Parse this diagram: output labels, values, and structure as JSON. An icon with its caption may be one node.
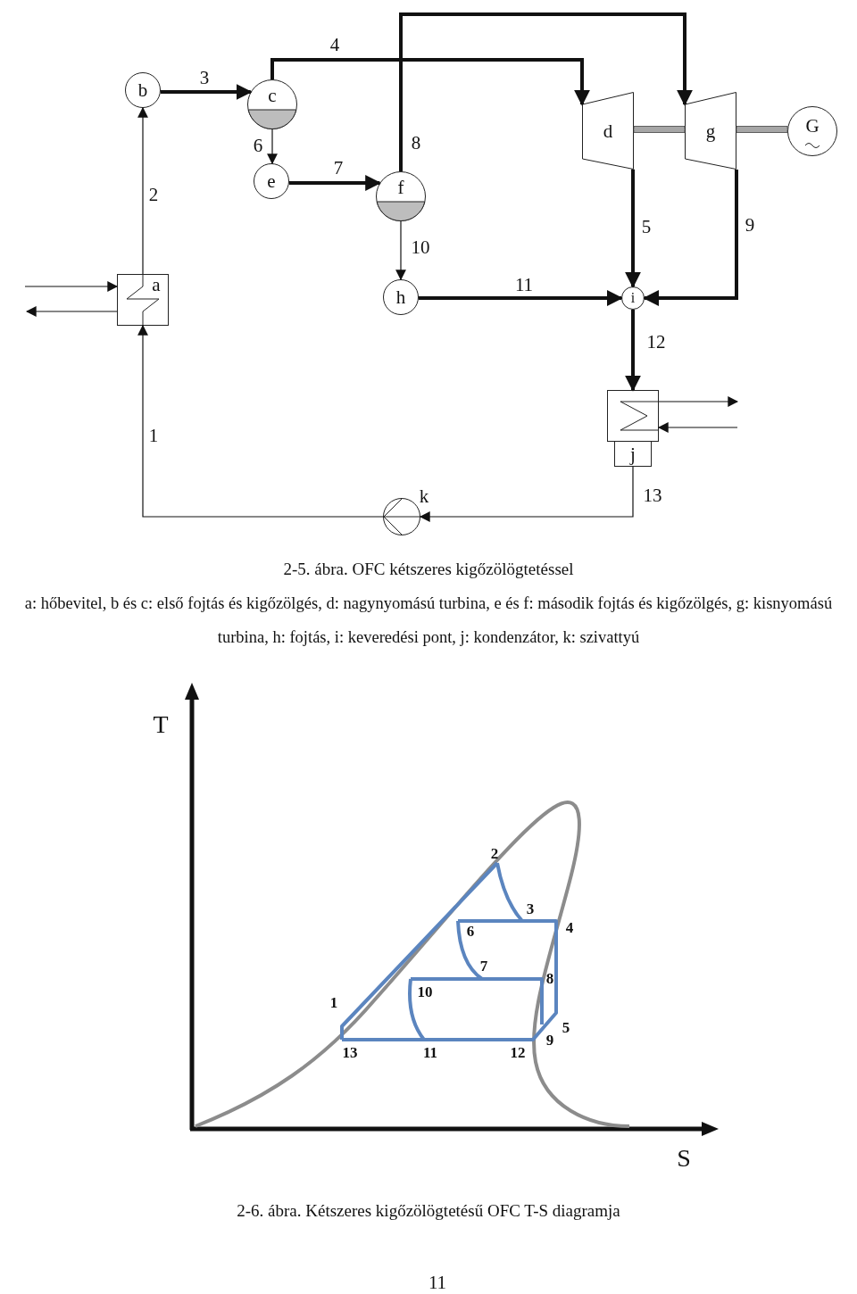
{
  "diagram": {
    "nodes": [
      {
        "text": [
          "a"
        ]
      },
      {
        "text": [
          "b"
        ]
      },
      {
        "text": [
          "c"
        ]
      },
      {
        "text": [
          "e"
        ]
      },
      {
        "text": [
          "f"
        ]
      },
      {
        "text": [
          "d"
        ]
      },
      {
        "text": [
          "g"
        ]
      },
      {
        "text": [
          "G"
        ]
      },
      {
        "text": [
          "h"
        ]
      },
      {
        "text": [
          "i"
        ]
      },
      {
        "text": [
          "j"
        ]
      },
      {
        "text": [
          "k"
        ]
      }
    ],
    "edges": [
      {
        "from": 11,
        "to": 0,
        "arrow": "to",
        "label": "1"
      },
      {
        "from": 0,
        "to": 1,
        "arrow": "to",
        "label": "2"
      },
      {
        "from": 1,
        "to": 2,
        "arrow": "to",
        "label": "3",
        "style": "thick"
      },
      {
        "from": 2,
        "to": 5,
        "arrow": "to",
        "label": "4",
        "style": "thick"
      },
      {
        "from": 2,
        "to": 3,
        "arrow": "to",
        "label": "6"
      },
      {
        "from": 3,
        "to": 4,
        "arrow": "to",
        "label": "7",
        "style": "thick"
      },
      {
        "from": 4,
        "to": 6,
        "arrow": "to",
        "label": "8",
        "style": "thick"
      },
      {
        "from": 4,
        "to": 8,
        "arrow": "to",
        "label": "10"
      },
      {
        "from": 5,
        "to": 9,
        "arrow": "to",
        "label": "5",
        "style": "thick"
      },
      {
        "from": 6,
        "to": 9,
        "arrow": "to",
        "label": "9",
        "style": "thick"
      },
      {
        "from": 8,
        "to": 9,
        "arrow": "to",
        "label": "11",
        "style": "thick"
      },
      {
        "from": 9,
        "to": 10,
        "arrow": "to",
        "label": "12",
        "style": "thick"
      },
      {
        "from": 10,
        "to": 11,
        "arrow": "to",
        "label": "13"
      },
      {
        "from": 5,
        "to": 6,
        "arrow": "none",
        "color": "#a6a6a6"
      },
      {
        "from": 6,
        "to": 7,
        "arrow": "none",
        "color": "#a6a6a6"
      },
      {
        "from": null,
        "to": 0,
        "arrow": "to"
      },
      {
        "from": 0,
        "to": null,
        "arrow": "to"
      },
      {
        "from": 10,
        "to": null,
        "arrow": "to"
      },
      {
        "from": null,
        "to": 10,
        "arrow": "to"
      }
    ],
    "labels": [
      "2-5. ábra. OFC kétszeres kigőzölögtetéssel",
      "a: hőbevitel, b és c: első fojtás és kigőzölgés, d: nagynyomású turbina, e és f: második fojtás és kigőzölgés, g: kisnyomású turbina, h: fojtás, i: keveredési pont, j: kondenzátor, k: szivattyú",
      "T",
      "2",
      "3",
      "6",
      "4",
      "7",
      "8",
      "1",
      "10",
      "5",
      "13",
      "11",
      "12",
      "9",
      "S",
      "2-6. ábra. Kétszeres kigőzölögtetésű OFC T-S diagramja",
      "11"
    ]
  }
}
